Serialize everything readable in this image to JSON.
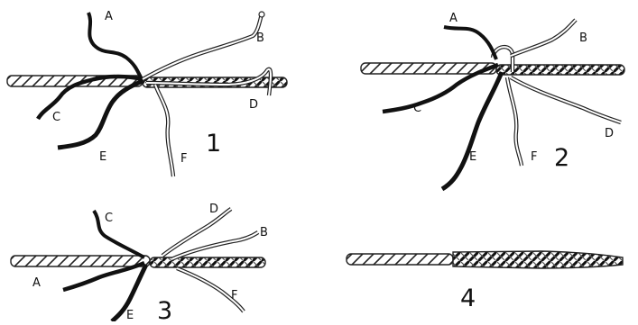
{
  "panels": [
    {
      "number": "1",
      "labels": [
        "A",
        "B",
        "C",
        "D",
        "E",
        "F"
      ]
    },
    {
      "number": "2",
      "labels": [
        "A",
        "B",
        "C",
        "D",
        "E",
        "F"
      ]
    },
    {
      "number": "3",
      "labels": [
        "A",
        "B",
        "C",
        "D",
        "E",
        "F"
      ]
    },
    {
      "number": "4",
      "labels": []
    }
  ],
  "colors": {
    "dark_strand": "#111111",
    "light_strand_outline": "#222222",
    "background": "#ffffff"
  }
}
